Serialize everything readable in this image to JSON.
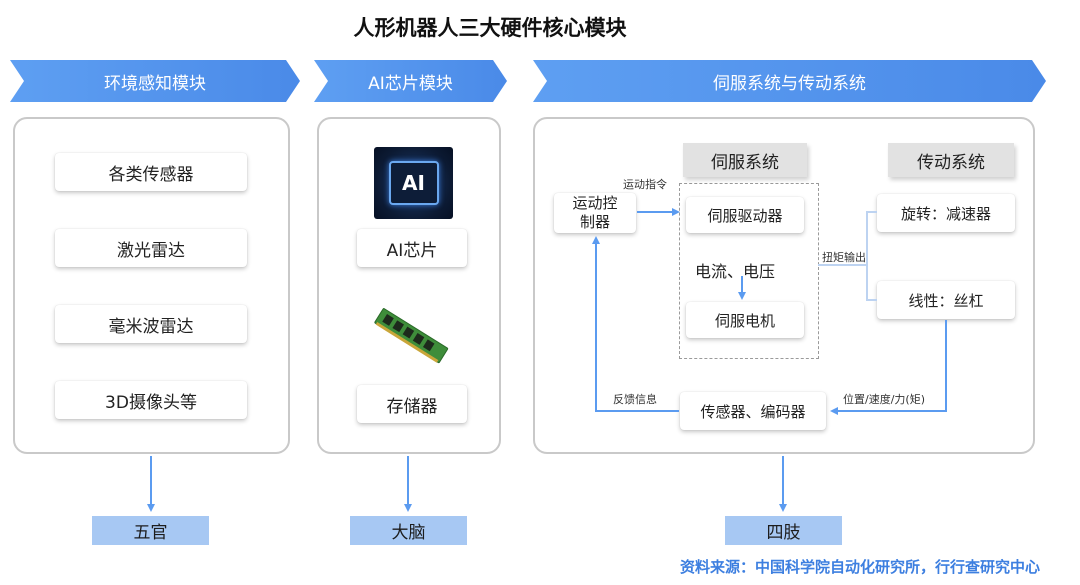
{
  "title": "人形机器人三大硬件核心模块",
  "modules": [
    {
      "banner": "环境感知模块",
      "items": [
        "各类传感器",
        "激光雷达",
        "毫米波雷达",
        "3D摄像头等"
      ],
      "output": "五官"
    },
    {
      "banner": "AI芯片模块",
      "items": [
        "AI芯片",
        "存储器"
      ],
      "chip_logo": "AI",
      "output": "大脑"
    },
    {
      "banner": "伺服系统与传动系统",
      "output": "四肢",
      "servo_header": "伺服系统",
      "transmission_header": "传动系统",
      "controller": "运动控制器",
      "servo_driver": "伺服驱动器",
      "current_voltage": "电流、电压",
      "servo_motor": "伺服电机",
      "rotation": "旋转：减速器",
      "linear": "线性：丝杠",
      "sensor_encoder": "传感器、编码器",
      "motion_command": "运动指令",
      "torque_output": "扭矩输出",
      "feedback": "反馈信息",
      "position_speed_force": "位置/速度/力(矩)"
    }
  ],
  "source": "资料来源：中国科学院自动化研究所，行行查研究中心",
  "colors": {
    "banner": "#4a8ae8",
    "arrow": "#5b9bf0",
    "output_box": "#a7c8f3",
    "source_text": "#3d7fe0"
  }
}
